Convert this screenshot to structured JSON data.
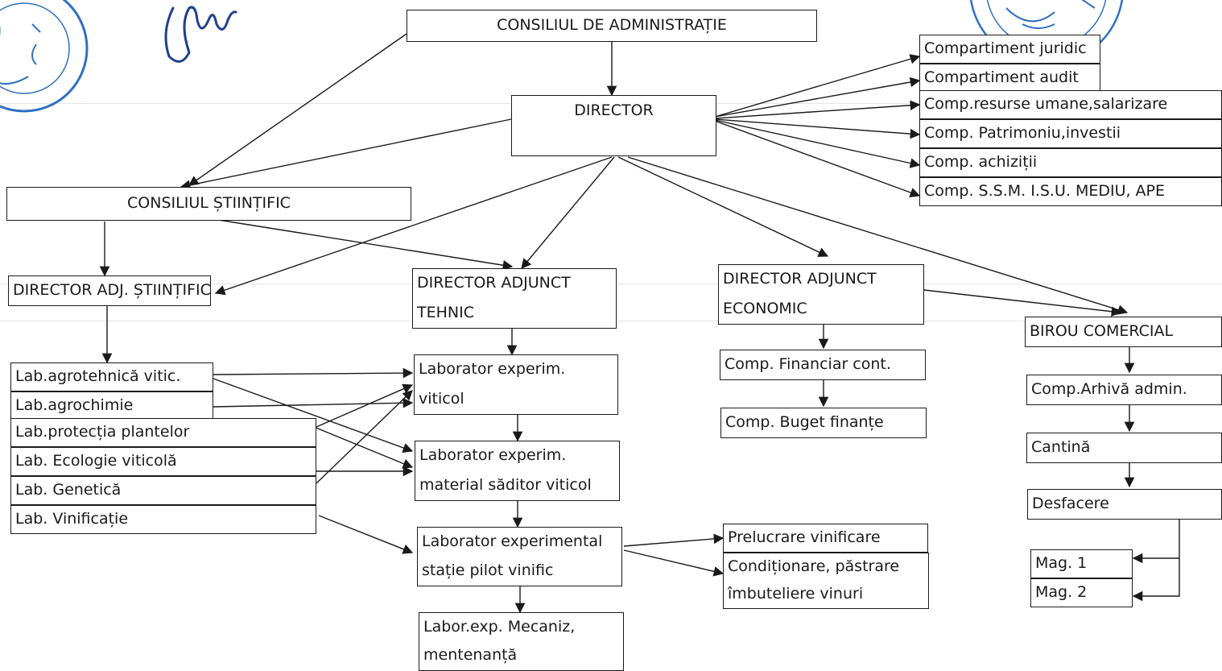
{
  "top": {
    "consiliu_admin": "CONSILIUL DE ADMINISTRAȚIE",
    "director": "DIRECTOR",
    "consiliu_stiintific": "CONSILIUL ȘTIINȚIFIC"
  },
  "compartments": [
    "Compartiment juridic",
    "Compartiment audit",
    "Comp.resurse umane,salarizare",
    "Comp. Patrimoniu,investii",
    "Comp. achiziții",
    "Comp. S.S.M. I.S.U. MEDIU, APE"
  ],
  "adj_stiintific": {
    "title": "DIRECTOR ADJ. ȘTIINȚIFIC",
    "labs": [
      "Lab.agrotehnică vitic.",
      "Lab.agrochimie",
      "Lab.protecția plantelor",
      "Lab. Ecologie viticolă",
      "Lab. Genetică",
      "Lab. Vinificație"
    ]
  },
  "adj_tehnic": {
    "line1": "DIRECTOR ADJUNCT",
    "line2": "TEHNIC",
    "lab_viticol": [
      "Laborator experim.",
      "viticol"
    ],
    "lab_saditor": [
      "Laborator experim.",
      "material săditor viticol"
    ],
    "lab_statie": [
      "Laborator experimental",
      "stație pilot vinific"
    ],
    "lab_mecaniz": [
      "Labor.exp. Mecaniz,",
      "mentenanță"
    ],
    "prelucrare": "Prelucrare vinificare",
    "conditionare": [
      "Condiționare, păstrare",
      "îmbuteliere vinuri"
    ]
  },
  "adj_economic": {
    "line1": "DIRECTOR ADJUNCT",
    "line2": "ECONOMIC",
    "financiar": "Comp. Financiar cont.",
    "buget": "Comp. Buget finanțe"
  },
  "comercial": {
    "title": "BIROU COMERCIAL",
    "arhiva": "Comp.Arhivă admin.",
    "cantina": "Cantină",
    "desfacere": "Desfacere",
    "mag1": "Mag. 1",
    "mag2": "Mag. 2"
  },
  "colors": {
    "ink": "#1a1a1a",
    "stamp": "#2f6fc2"
  }
}
